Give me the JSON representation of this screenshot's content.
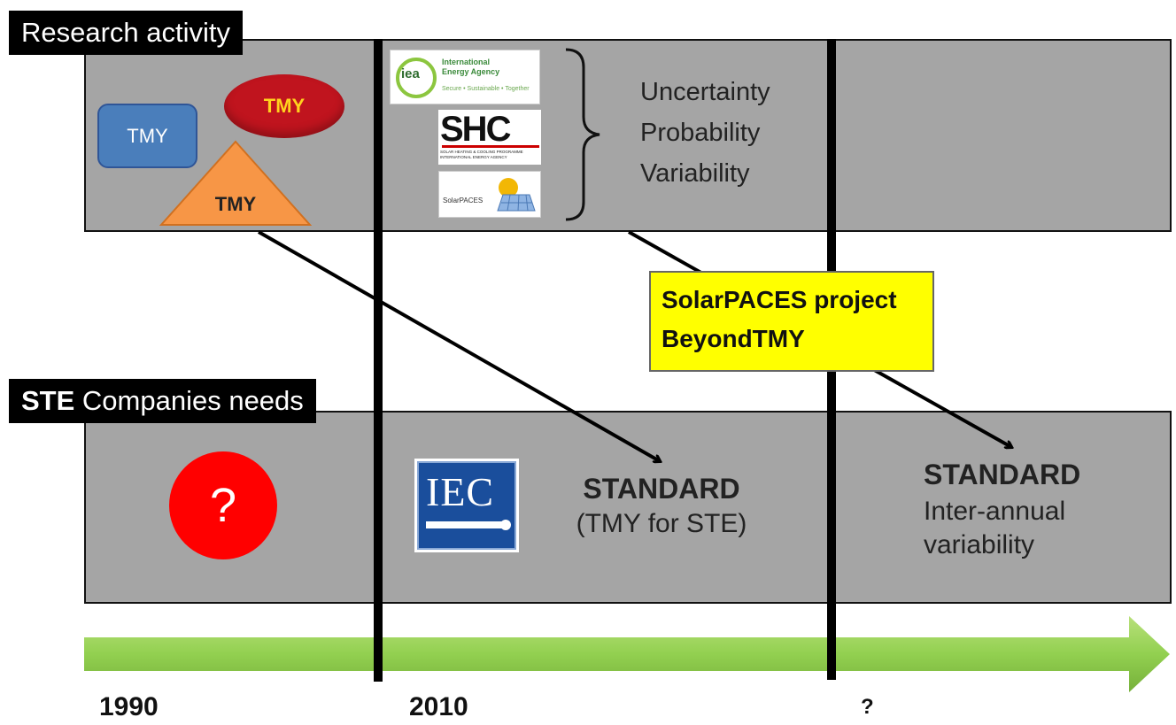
{
  "research_label": "Research activity",
  "companies_label": {
    "bold": "STE",
    "rest": " Companies needs"
  },
  "tmy_shapes": {
    "box": "TMY",
    "ellipse": "TMY",
    "triangle": "TMY"
  },
  "logos": {
    "iea": {
      "mark": "iea",
      "name_line1": "International",
      "name_line2": "Energy Agency",
      "tagline": "Secure • Sustainable • Together"
    },
    "shc": {
      "mark": "SHC",
      "line1": "SOLAR HEATING & COOLING PROGRAMME",
      "line2": "INTERNATIONAL ENERGY AGENCY"
    },
    "solarpaces": {
      "name": "SolarPACES"
    },
    "iec": {
      "mark": "IEC"
    }
  },
  "research_topics": [
    "Uncertainty",
    "Probability",
    "Variability"
  ],
  "callout": {
    "line1": "SolarPACES project",
    "line2": "BeyondTMY"
  },
  "question_mark": "?",
  "standard_1": {
    "title": "STANDARD",
    "subtitle": "(TMY for STE)"
  },
  "standard_2": {
    "title": "STANDARD",
    "line1": "Inter-annual",
    "line2": "variability"
  },
  "timeline": {
    "years": [
      "1990",
      "2010",
      "?"
    ]
  },
  "colors": {
    "band": "#a5a5a5",
    "tmy_box": "#4a7ebb",
    "tmy_ellipse": "#c0141e",
    "tmy_ellipse_text": "#ffd21e",
    "tmy_triangle": "#f79646",
    "callout": "#ffff00",
    "question_circle": "#ff0000",
    "timeline_arrow": "#92d050",
    "iec_blue": "#1a4e9c"
  }
}
